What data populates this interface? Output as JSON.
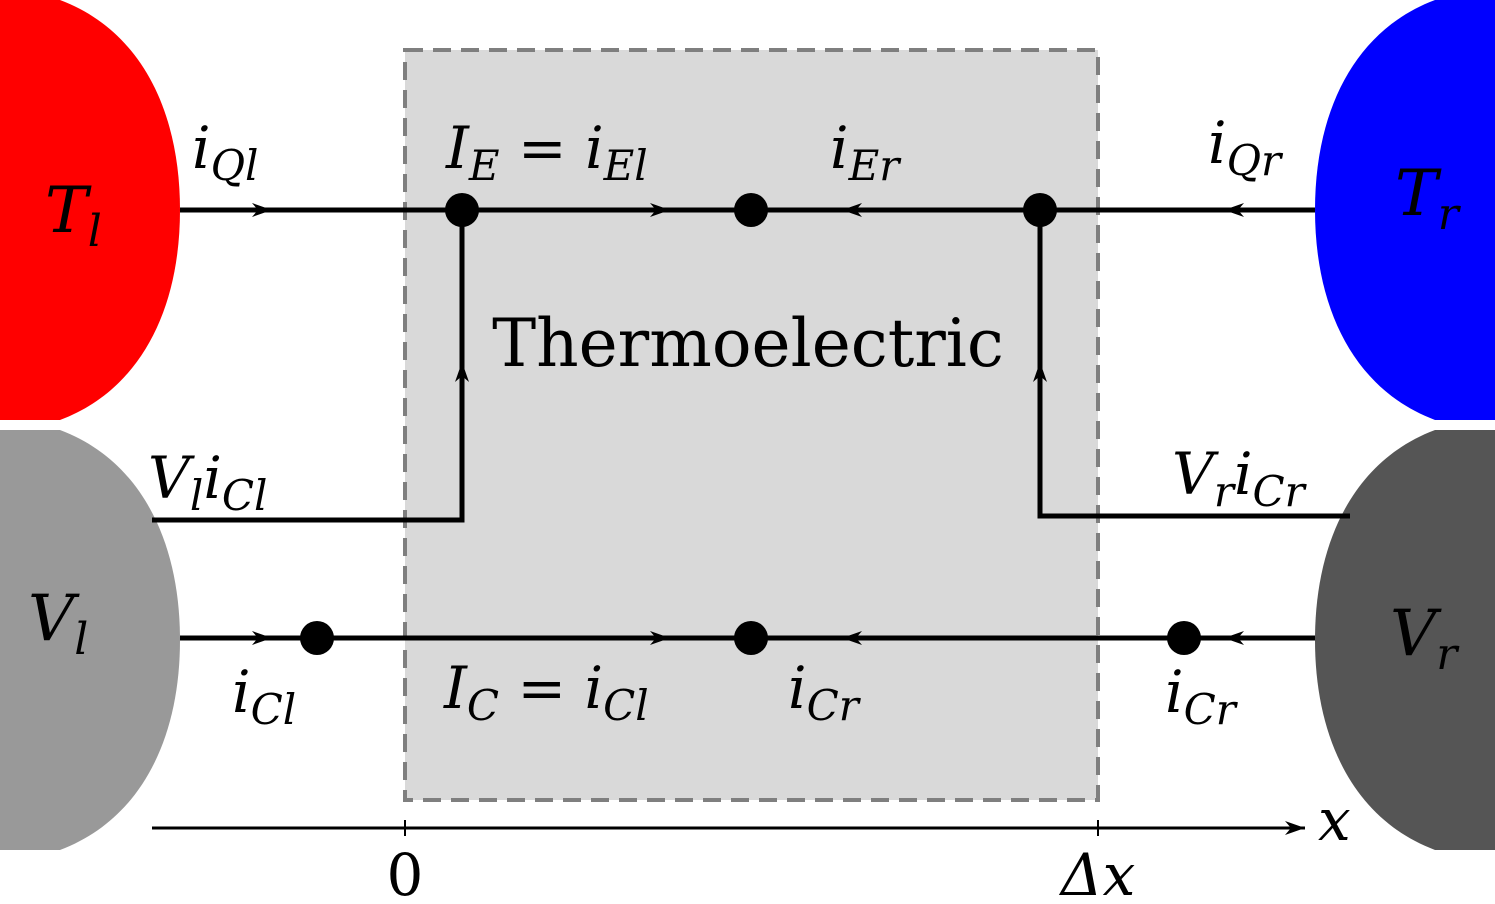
{
  "reservoirs": {
    "hot_left": {
      "symbol": "T",
      "sub": "l",
      "color": "#ff0000"
    },
    "cold_right": {
      "symbol": "T",
      "sub": "r",
      "color": "#0000ff"
    },
    "volt_left": {
      "symbol": "V",
      "sub": "l",
      "color": "#999999"
    },
    "volt_right": {
      "symbol": "V",
      "sub": "r",
      "color": "#555555"
    }
  },
  "region": {
    "label": "Thermoelectric",
    "fill": "#d9d9d9",
    "border": "#7f7f7f"
  },
  "labels": {
    "iQl_main": "i",
    "iQl_sub": "Ql",
    "iQr_main": "i",
    "iQr_sub": "Qr",
    "IE_main": "I",
    "IE_sub": "E",
    "IE_eq": " = ",
    "IE_rhs_main": "i",
    "IE_rhs_sub": "El",
    "iEr_main": "i",
    "iEr_sub": "Er",
    "Vl_iCl_V": "V",
    "Vl_iCl_Vsub": "l",
    "Vl_iCl_i": "i",
    "Vl_iCl_isub": "Cl",
    "Vr_iCr_V": "V",
    "Vr_iCr_Vsub": "r",
    "Vr_iCr_i": "i",
    "Vr_iCr_isub": "Cr",
    "iCl_left_main": "i",
    "iCl_left_sub": "Cl",
    "IC_main": "I",
    "IC_sub": "C",
    "IC_eq": " = ",
    "IC_rhs_main": "i",
    "IC_rhs_sub": "Cl",
    "iCr_mid_main": "i",
    "iCr_mid_sub": "Cr",
    "iCr_right_main": "i",
    "iCr_right_sub": "Cr"
  },
  "axis": {
    "variable": "x",
    "tick_zero": "0",
    "tick_dx": "Δx"
  }
}
